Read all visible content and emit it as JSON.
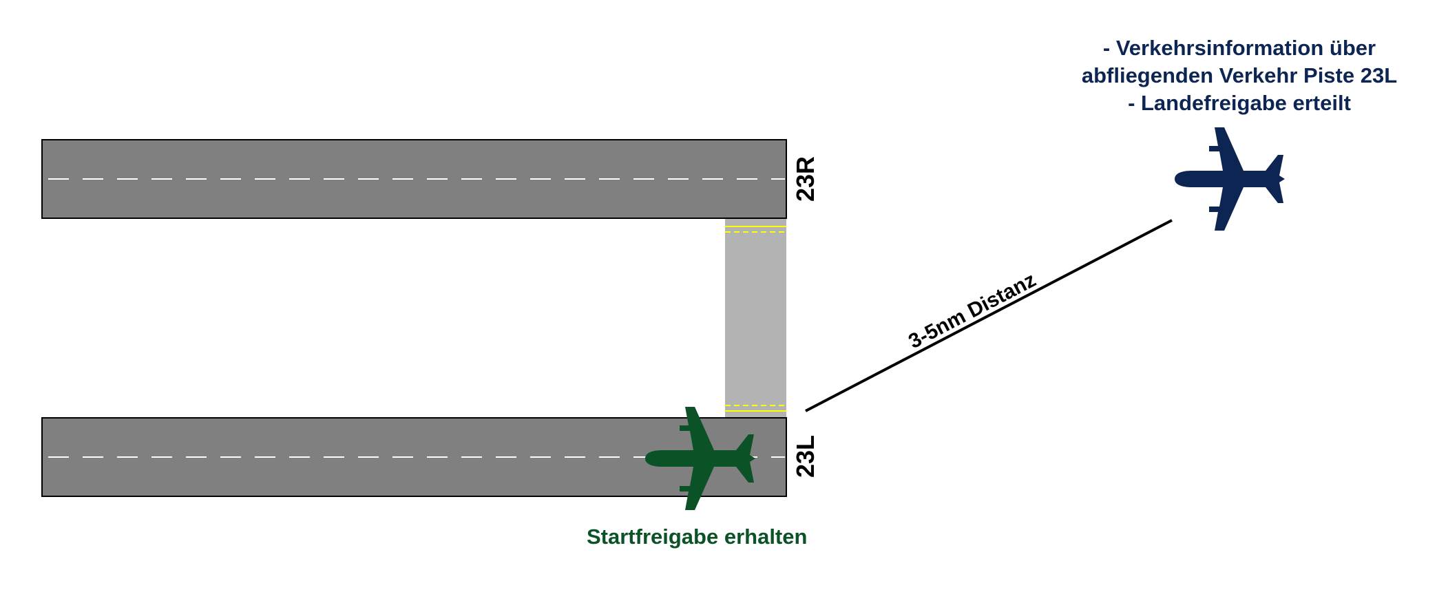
{
  "runways": {
    "upper": {
      "label": "23R"
    },
    "lower": {
      "label": "23L"
    }
  },
  "arrival": {
    "lines": [
      "- Verkehrsinformation über",
      "abfliegenden Verkehr Piste 23L",
      "- Landefreigabe erteilt"
    ],
    "color": "#0d2553",
    "icon": "airplane-icon"
  },
  "departure": {
    "label": "Startfreigabe erhalten",
    "color": "#0b5227",
    "icon": "airplane-icon"
  },
  "distance": {
    "label": "3-5nm Distanz"
  },
  "colors": {
    "runway": "#808080",
    "taxiway": "#b3b3b3",
    "taxi_marking": "#ffff00",
    "centerline": "#ffffff"
  }
}
